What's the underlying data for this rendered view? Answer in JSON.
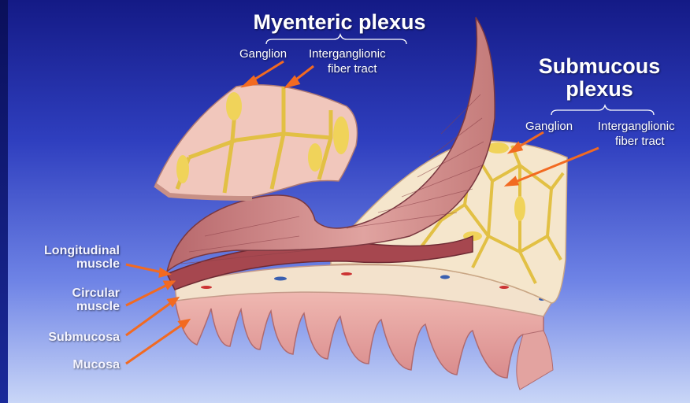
{
  "myenteric": {
    "title": "Myenteric plexus",
    "ganglion": "Ganglion",
    "tract_line1": "Interganglionic",
    "tract_line2": "fiber tract"
  },
  "submucous": {
    "title_line1": "Submucous",
    "title_line2": "plexus",
    "ganglion": "Ganglion",
    "tract_line1": "Interganglionic",
    "tract_line2": "fiber tract"
  },
  "layers": {
    "longitudinal_line1": "Longitudinal",
    "longitudinal_line2": "muscle",
    "circular_line1": "Circular",
    "circular_line2": "muscle",
    "submucosa": "Submucosa",
    "mucosa": "Mucosa"
  },
  "colors": {
    "arrow": "#f26a21",
    "background_top": "#141a86",
    "background_bottom": "#c9d6f7",
    "muscle": "#b5656a",
    "tissue": "#e8b7ad",
    "plexus": "#e9c94a"
  }
}
